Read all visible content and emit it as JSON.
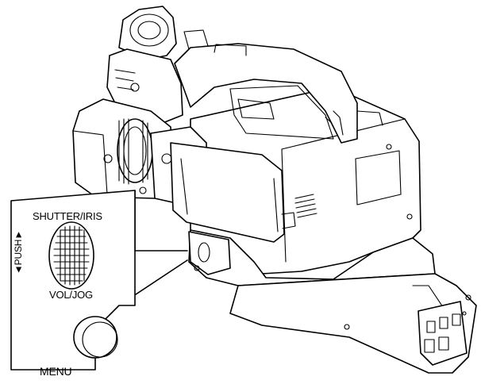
{
  "labels": {
    "shutter_iris": "SHUTTER/IRIS",
    "push": "◄PUSH►",
    "vol_jog": "VOL/JOG",
    "menu": "MENU"
  }
}
